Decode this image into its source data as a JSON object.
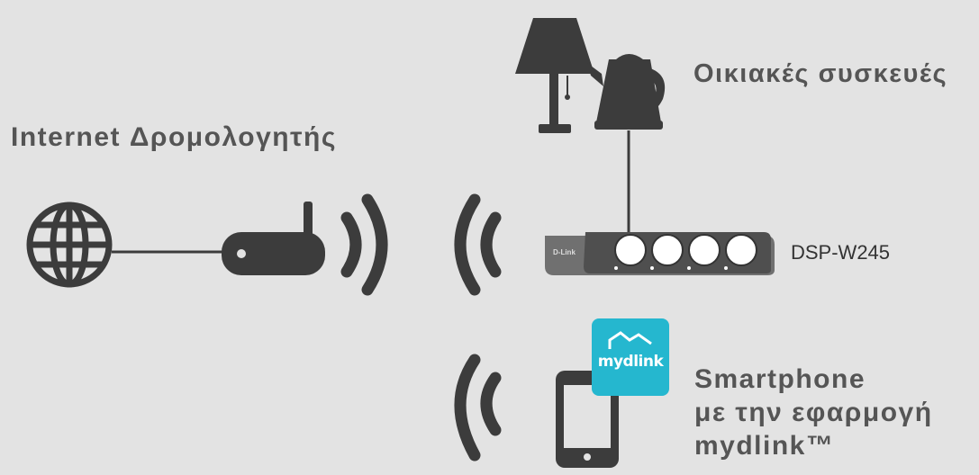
{
  "labels": {
    "router": "Internet Δρομολογητής",
    "appliances": "Οικιακές συσκευές",
    "device": "DSP-W245",
    "phone_line1": "Smartphone",
    "phone_line2": "με την εφαρμογή",
    "phone_line3": "mydlink™"
  },
  "app_icon": {
    "text": "mydlink",
    "color": "#25b7cf"
  },
  "device_logo": "D-Link",
  "colors": {
    "background": "#e3e3e3",
    "icon": "#3c3c3c",
    "text": "#555555"
  }
}
